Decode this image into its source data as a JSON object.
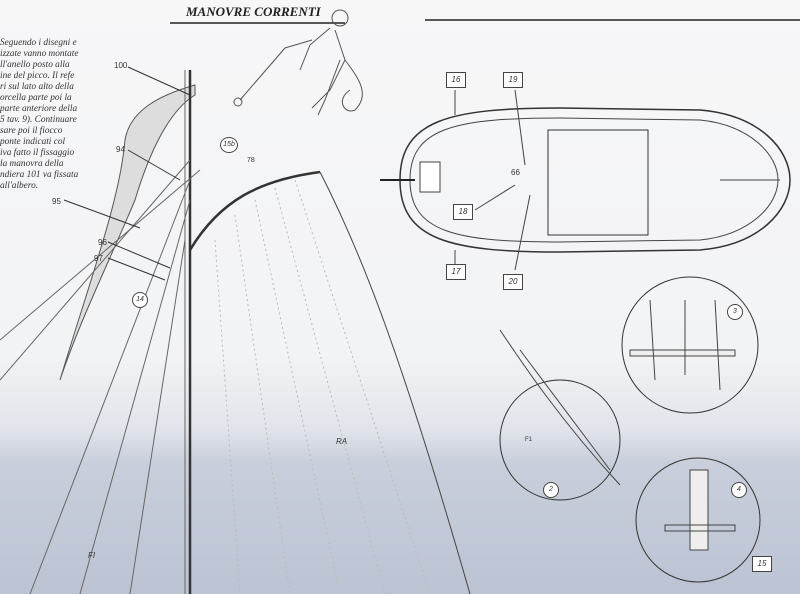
{
  "title": "MANOVRE CORRENTI",
  "intro_text": "Seguendo i disegni e\nizzate vanno montate\nll'anello posto alla\nine del picco. Il refe\nri sul lato alto della\norcella parte poi la\nparte anteriore della\n5 tav. 9). Continuare\nsare poi il fiocco\nponte indicati col\niva fatto il fissaggio\nla manovra della\nndiera 101 va fissata\nall'albero.",
  "labels": {
    "l100": "100",
    "l94": "94",
    "l95": "95",
    "l96": "96",
    "l97": "97",
    "l14": "14",
    "l15b": "15b",
    "l78": "78",
    "ra": "RA",
    "fi": "FI",
    "l16": "16",
    "l19": "19",
    "l66": "66",
    "l18": "18",
    "l17": "17",
    "l20": "20",
    "d3": "3",
    "d2": "2",
    "f1": "F1",
    "d4": "4",
    "l15": "15"
  }
}
